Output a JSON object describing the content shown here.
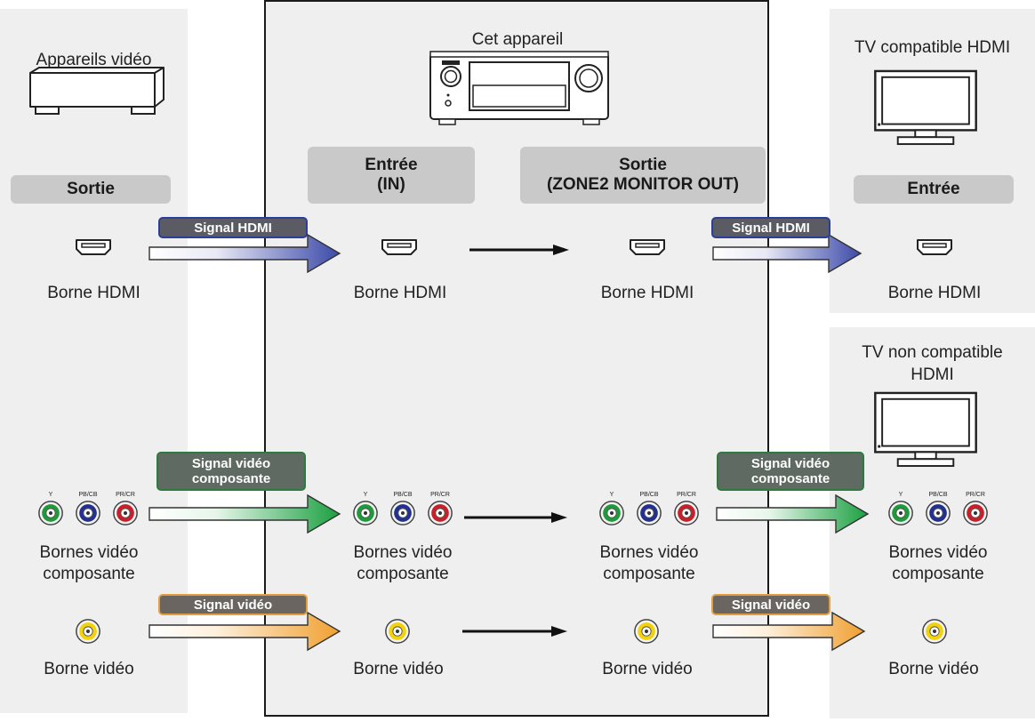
{
  "columns": {
    "source": {
      "device_label": "Appareils vidéo",
      "header": "Sortie",
      "hdmi_label": "Borne HDMI",
      "component_label_1": "Bornes vidéo",
      "component_label_2": "composante",
      "video_label": "Borne vidéo"
    },
    "unit": {
      "device_label": "Cet appareil",
      "input_header_1": "Entrée",
      "input_header_2": "(IN)",
      "output_header_1": "Sortie",
      "output_header_2": "(ZONE2 MONITOR OUT)",
      "in_hdmi_label": "Borne HDMI",
      "out_hdmi_label": "Borne HDMI",
      "in_component_label_1": "Bornes vidéo",
      "in_component_label_2": "composante",
      "out_component_label_1": "Bornes vidéo",
      "out_component_label_2": "composante",
      "in_video_label": "Borne vidéo",
      "out_video_label": "Borne vidéo"
    },
    "tv_hdmi": {
      "device_label": "TV compatible HDMI",
      "header": "Entrée",
      "hdmi_label": "Borne HDMI"
    },
    "tv_non_hdmi": {
      "device_label_1": "TV non compatible",
      "device_label_2": "HDMI",
      "component_label_1": "Bornes vidéo",
      "component_label_2": "composante",
      "video_label": "Borne vidéo"
    }
  },
  "signals": {
    "hdmi": "Signal HDMI",
    "component_1": "Signal vidéo",
    "component_2": "composante",
    "video": "Signal vidéo"
  },
  "jack_labels": {
    "y": "Y",
    "pb": "PB/CB",
    "pr": "PR/CR"
  },
  "colors": {
    "hdmi_arrow": "#3b4aa8",
    "component_arrow": "#1aa040",
    "video_arrow": "#f0a030",
    "jack_y": "#1f9a3a",
    "jack_pb": "#23308f",
    "jack_pr": "#c8202a",
    "jack_video": "#f2d20a"
  }
}
